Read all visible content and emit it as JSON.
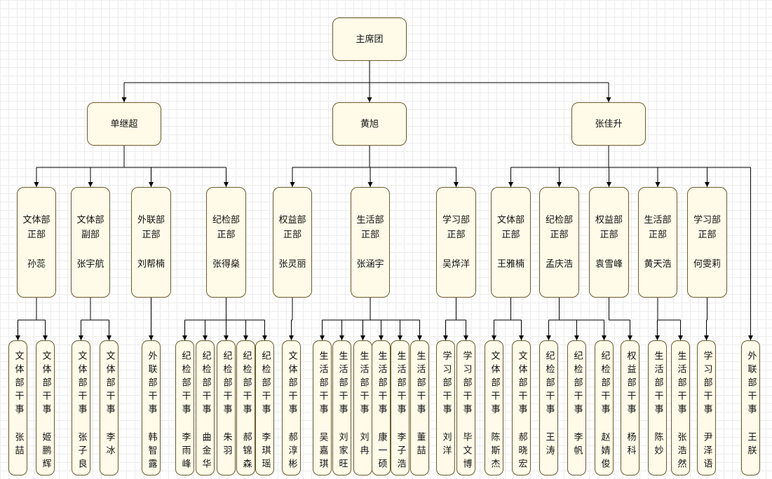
{
  "root": "主席团",
  "vps": [
    "单继超",
    "黄旭",
    "张佳升"
  ],
  "departments": [
    "文体部\n正部\n\n孙蕊",
    "文体部\n副部\n\n张宇航",
    "外联部\n正部\n\n刘帮楠",
    "纪检部\n正部\n\n张得燊",
    "权益部\n正部\n\n张灵丽",
    "生活部\n正部\n\n张涵宇",
    "学习部\n正部\n\n吴烨洋",
    "文体部\n正部\n\n王雅楠",
    "纪检部\n正部\n\n孟庆浩",
    "权益部\n正部\n\n袁雪峰",
    "生活部\n正部\n\n黄天浩",
    "学习部\n正部\n\n何雯莉"
  ],
  "staff": [
    "文体部干事 张喆",
    "文体部干事 姬鹏辉",
    "文体部干事 张子良",
    "文体部干事 李冰",
    "外联部干事 韩智露",
    "纪检部干事 李雨峰",
    "纪检部干事 曲金华",
    "纪检部干事 朱羽",
    "纪检部干事 郝锦森",
    "纪检部干事 李琪瑶",
    "文体部干事 郝淳彬",
    "生活部干事 吴嘉琪",
    "生活部干事 刘家旺",
    "生活部干事 刘冉",
    "生活部干事 康一硕",
    "生活部干事 李子浩",
    "生活部干事 董喆",
    "学习部干事 刘洋",
    "学习部干事 毕文博",
    "文体部干事 陈斯杰",
    "文体部干事 郝晓宏",
    "纪检部干事 王涛",
    "纪检部干事 李帆",
    "纪检部干事 赵婧俊",
    "权益部干事 杨科",
    "生活部干事 陈妙",
    "生活部干事 张浩然",
    "学习部干事 尹泽语",
    "外联部干事 王朕"
  ]
}
